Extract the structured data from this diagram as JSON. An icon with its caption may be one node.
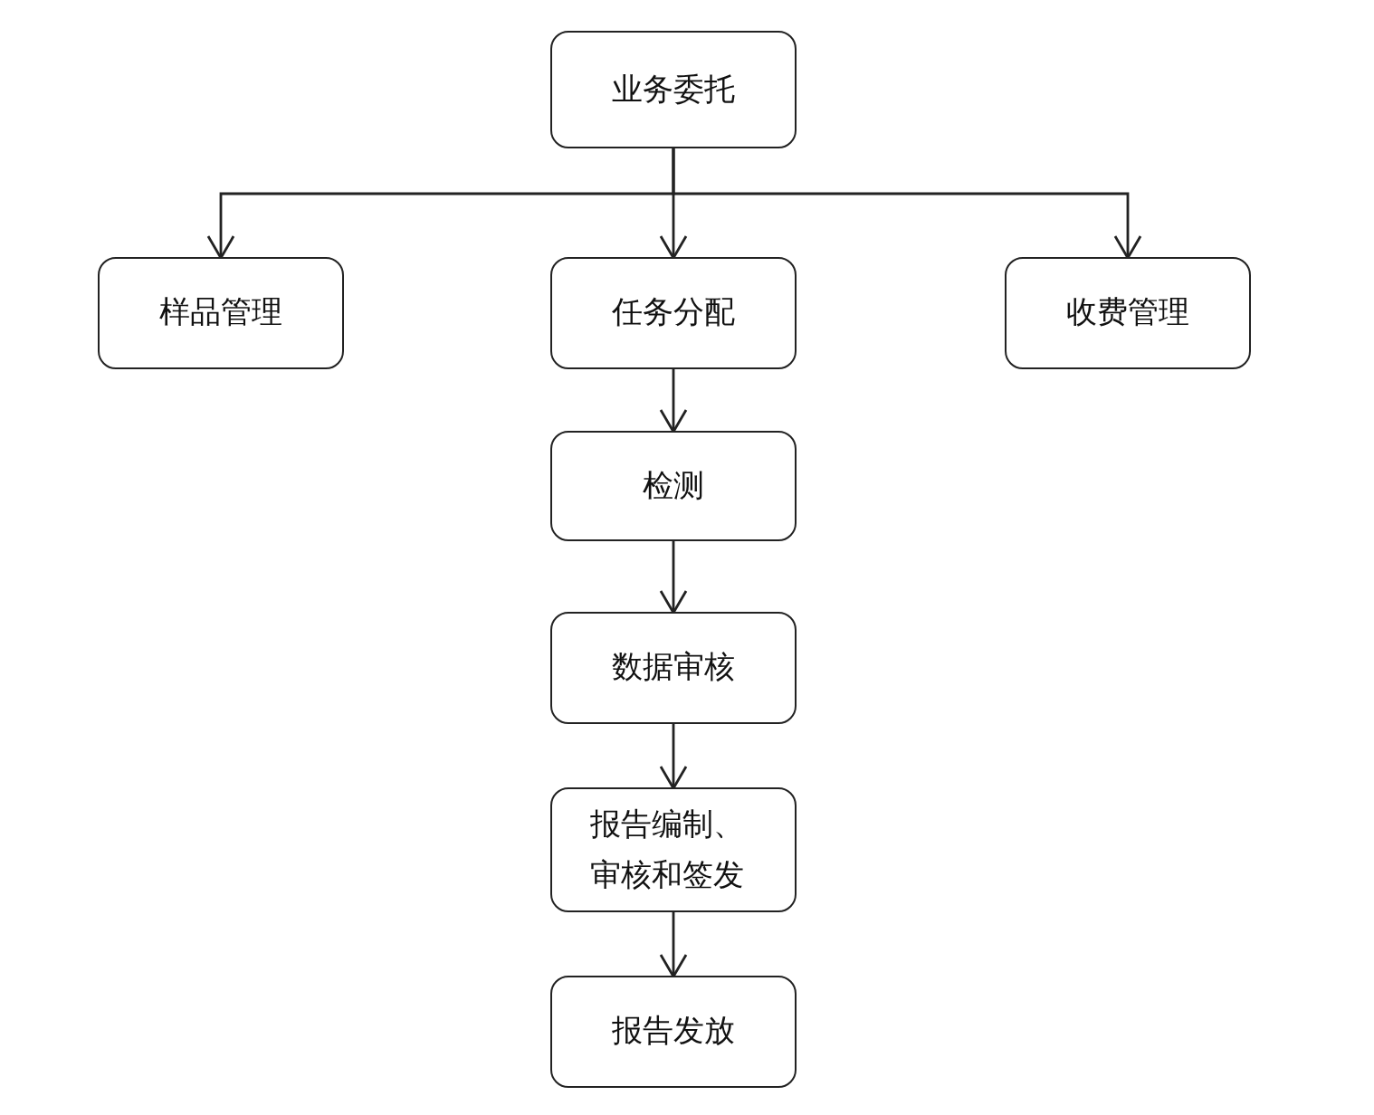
{
  "diagram": {
    "nodes": [
      {
        "text": [
          "业务委托"
        ]
      },
      {
        "text": [
          "样品管理"
        ]
      },
      {
        "text": [
          "任务分配"
        ]
      },
      {
        "text": [
          "收费管理"
        ]
      },
      {
        "text": [
          "检测"
        ]
      },
      {
        "text": [
          "数据审核"
        ]
      },
      {
        "text": [
          "报告编制、审核和签发"
        ]
      },
      {
        "text": [
          "报告发放"
        ]
      }
    ],
    "edges": [
      {
        "from": 0,
        "to": 1,
        "arrow": "to"
      },
      {
        "from": 0,
        "to": 2,
        "arrow": "to"
      },
      {
        "from": 0,
        "to": 3,
        "arrow": "to"
      },
      {
        "from": 2,
        "to": 4,
        "arrow": "to"
      },
      {
        "from": 4,
        "to": 5,
        "arrow": "to"
      },
      {
        "from": 5,
        "to": 6,
        "arrow": "to"
      },
      {
        "from": 6,
        "to": 7,
        "arrow": "to"
      }
    ]
  }
}
